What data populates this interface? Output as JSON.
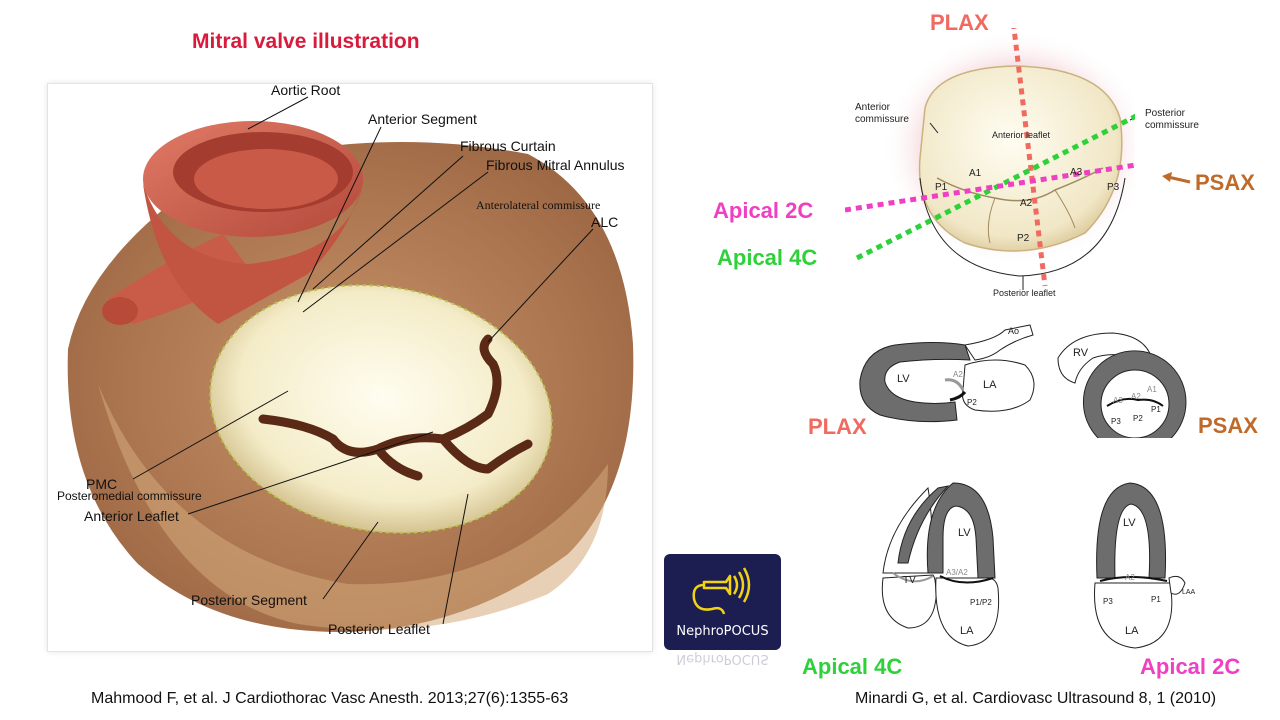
{
  "left": {
    "title": "Mitral valve illustration",
    "labels": {
      "aortic_root": "Aortic Root",
      "anterior_segment": "Anterior Segment",
      "fibrous_curtain": "Fibrous Curtain",
      "fibrous_mitral_annulus": "Fibrous Mitral Annulus",
      "anterolateral_commissure": "Anterolateral commissure",
      "alc": "ALC",
      "pmc": "PMC",
      "posteromedial_commissure": "Posteromedial commissure",
      "anterior_leaflet": "Anterior Leaflet",
      "posterior_segment": "Posterior Segment",
      "posterior_leaflet": "Posterior Leaflet"
    },
    "citation": "Mahmood F, et al. J Cardiothorac Vasc Anesth. 2013;27(6):1355-63"
  },
  "right": {
    "valve": {
      "plax_label": "PLAX",
      "psax_label": "PSAX",
      "apical2c_label": "Apical 2C",
      "apical4c_label": "Apical 4C",
      "anterior_commissure": "Anterior commissure",
      "posterior_commissure": "Posterior commissure",
      "anterior_leaflet": "Anterior leaflet",
      "posterior_leaflet": "Posterior leaflet",
      "a1": "A1",
      "a2": "A2",
      "a3": "A3",
      "p1": "P1",
      "p2": "P2",
      "p3": "P3"
    },
    "views": {
      "plax": "PLAX",
      "psax": "PSAX",
      "apical4c": "Apical 4C",
      "apical2c": "Apical 2C"
    },
    "sketch_labels": {
      "ao": "Ao",
      "lv": "LV",
      "la": "LA",
      "rv": "RV",
      "tv": "TV",
      "laa": "LAA",
      "a1": "A1",
      "a2": "A2",
      "a3": "A3",
      "p1": "P1",
      "p2": "P2",
      "p3": "P3",
      "a3a2": "A3/A2",
      "p1p2": "P1/P2"
    },
    "citation": "Minardi G, et al. Cardiovasc Ultrasound 8, 1 (2010)"
  },
  "logo": {
    "text": "NephroPOCUS"
  },
  "colors": {
    "title": "#d81b3c",
    "plax": "#f06a60",
    "psax": "#c06a2a",
    "apical2c": "#ef3fc2",
    "apical4c": "#2ed13a",
    "logo_bg": "#1c1e52"
  }
}
